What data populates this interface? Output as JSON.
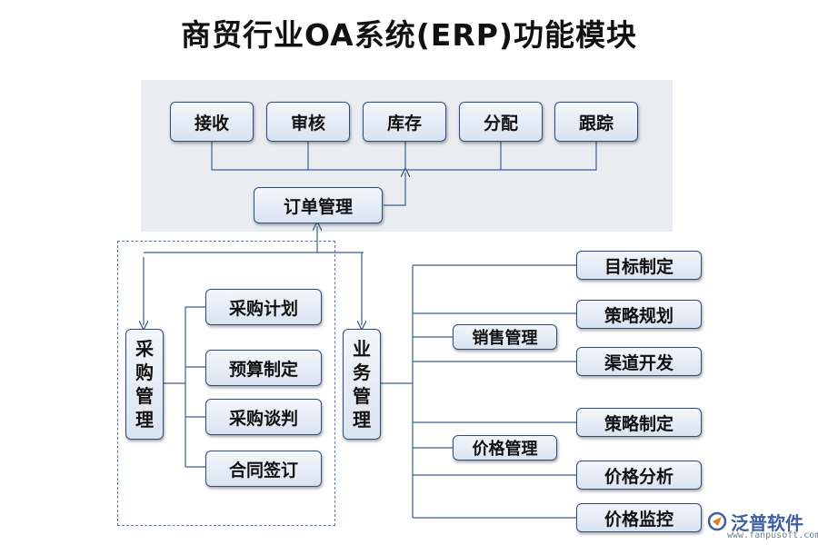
{
  "title": "商贸行业OA系统(ERP)功能模块",
  "top_nodes": [
    "接收",
    "审核",
    "库存",
    "分配",
    "跟踪"
  ],
  "order_mgmt": "订单管理",
  "purchase_mgmt": "采购管理",
  "purchase_items": [
    "采购计划",
    "预算制定",
    "采购谈判",
    "合同签订"
  ],
  "business_mgmt": "业务管理",
  "sales_mgmt": "销售管理",
  "sales_items": [
    "目标制定",
    "策略规划",
    "渠道开发"
  ],
  "price_mgmt": "价格管理",
  "price_items": [
    "策略制定",
    "价格分析",
    "价格监控"
  ],
  "logo": {
    "name": "泛普软件",
    "url": "www.fanpusoft.com"
  },
  "colors": {
    "box_border": "#2f4d7a",
    "line": "#3d5f8f",
    "panel_bg": "#e9edf2"
  }
}
